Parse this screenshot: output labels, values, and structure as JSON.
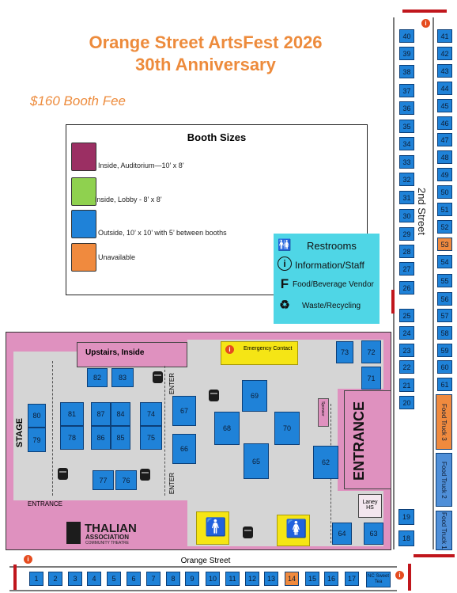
{
  "header": {
    "title_line1": "Orange Street ArtsFest 2026",
    "title_line2": "30th Anniversary",
    "fee": "$160 Booth Fee"
  },
  "legend": {
    "title": "Booth Sizes",
    "items": [
      {
        "label": "Inside, Auditorium—10’ x 8’",
        "color": "#9b2f63"
      },
      {
        "label": "Inside, Lobby  - 8’ x 8’",
        "color": "#8fd14f"
      },
      {
        "label": "Outside, 10’ x 10’ with 5’ between booths",
        "color": "#1f82d8"
      },
      {
        "label": "Unavailable",
        "color": "#f08a3e"
      }
    ]
  },
  "facilities": [
    {
      "icon": "restroom-icon",
      "glyph": "🚻",
      "label": "Restrooms"
    },
    {
      "icon": "information-icon",
      "glyph": "i",
      "label": "Information/Staff"
    },
    {
      "icon": "food-vendor-icon",
      "glyph": "F",
      "label": "Food/Beverage Vendor"
    },
    {
      "icon": "waste-recycling-icon",
      "glyph": "♻",
      "label": "Waste/Recycling"
    }
  ],
  "streets": {
    "second": "2nd Street",
    "orange": "Orange Street"
  },
  "building": {
    "upstairs": "Upstairs, Inside",
    "stage": "STAGE",
    "entrance_left": "ENTRANCE",
    "entrance_right": "ENTRANCE",
    "enter_upper": "ENTER",
    "enter_lower": "ENTER",
    "emergency": "Emergency Contact",
    "sponsor": "Sponsor",
    "laney": "Laney HS",
    "logo_main": "THALIAN",
    "logo_sub1": "ASSOCIATION",
    "logo_sub2": "COMMUNITY THEATRE"
  },
  "booths_outside_left": [
    "40",
    "39",
    "38",
    "37",
    "36",
    "35",
    "34",
    "33",
    "32",
    "31",
    "30",
    "29",
    "28",
    "27",
    "26",
    "25",
    "24",
    "23",
    "22",
    "21",
    "20"
  ],
  "booths_outside_right": [
    "41",
    "42",
    "43",
    "44",
    "45",
    "46",
    "47",
    "48",
    "49",
    "50",
    "51",
    "52",
    "53",
    "54",
    "55",
    "56",
    "57",
    "58",
    "59",
    "60",
    "61"
  ],
  "unavailable_booths": [
    "53",
    "14"
  ],
  "booths_bottom": [
    "1",
    "2",
    "3",
    "4",
    "5",
    "6",
    "7",
    "8",
    "9",
    "10",
    "11",
    "12",
    "13",
    "14",
    "15",
    "16",
    "17"
  ],
  "bottom_extra": "NC Sweet Tea",
  "booths_bottom_right": [
    "19",
    "18"
  ],
  "food_trucks": [
    "Food Truck 3",
    "Food Truck 2",
    "Food Truck 1"
  ],
  "inside_booths": [
    "80",
    "79",
    "81",
    "78",
    "87",
    "86",
    "84",
    "85",
    "74",
    "75",
    "82",
    "83",
    "77",
    "76",
    "67",
    "66",
    "68",
    "69",
    "70",
    "65",
    "62",
    "72",
    "73",
    "71",
    "64",
    "63"
  ]
}
